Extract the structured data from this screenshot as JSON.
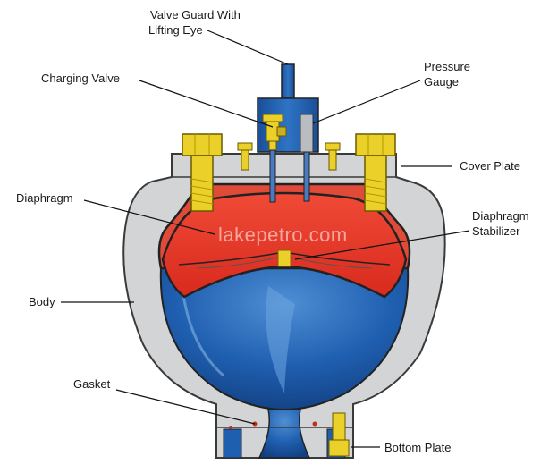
{
  "labels": {
    "valve_guard_line1": "Valve Guard With",
    "valve_guard_line2": "Lifting Eye",
    "charging_valve": "Charging Valve",
    "pressure_line1": "Pressure",
    "pressure_line2": "Gauge",
    "cover_plate": "Cover Plate",
    "diaphragm": "Diaphragm",
    "stabilizer_line1": "Diaphragm",
    "stabilizer_line2": "Stabilizer",
    "body": "Body",
    "gasket": "Gasket",
    "bottom_plate": "Bottom Plate"
  },
  "watermark": "lakepetro.com",
  "colors": {
    "body_grey": "#d3d4d6",
    "body_outline": "#3a3a3a",
    "diaphragm_red": "#e8392a",
    "fluid_blue": "#1f5fb0",
    "fluid_highlight": "#5f9ad8",
    "bolt_yellow": "#ecd02a",
    "gauge_grey": "#b9bcc0"
  }
}
